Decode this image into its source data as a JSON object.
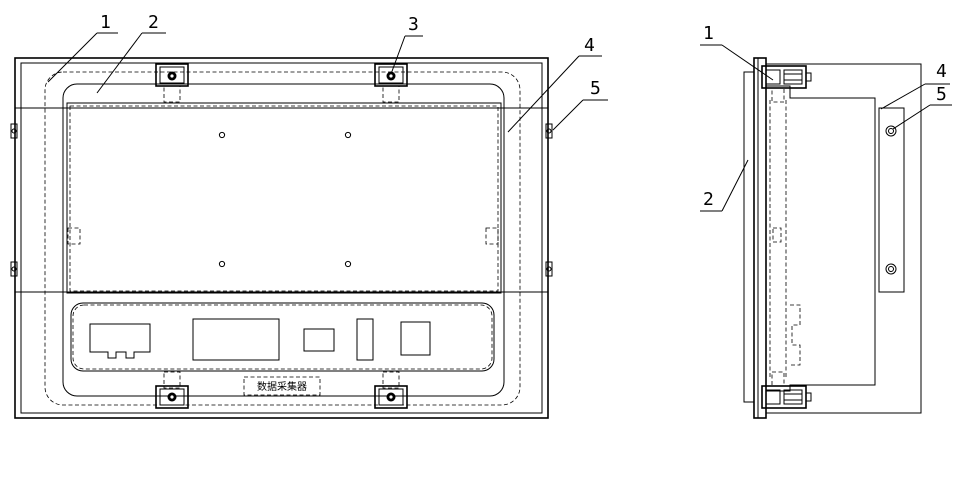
{
  "figure": {
    "front_view": {
      "callouts": [
        "1",
        "2",
        "3",
        "4",
        "5"
      ],
      "tag_text": "数据采集器"
    },
    "side_view": {
      "callouts": [
        "1",
        "2",
        "4",
        "5"
      ]
    }
  }
}
